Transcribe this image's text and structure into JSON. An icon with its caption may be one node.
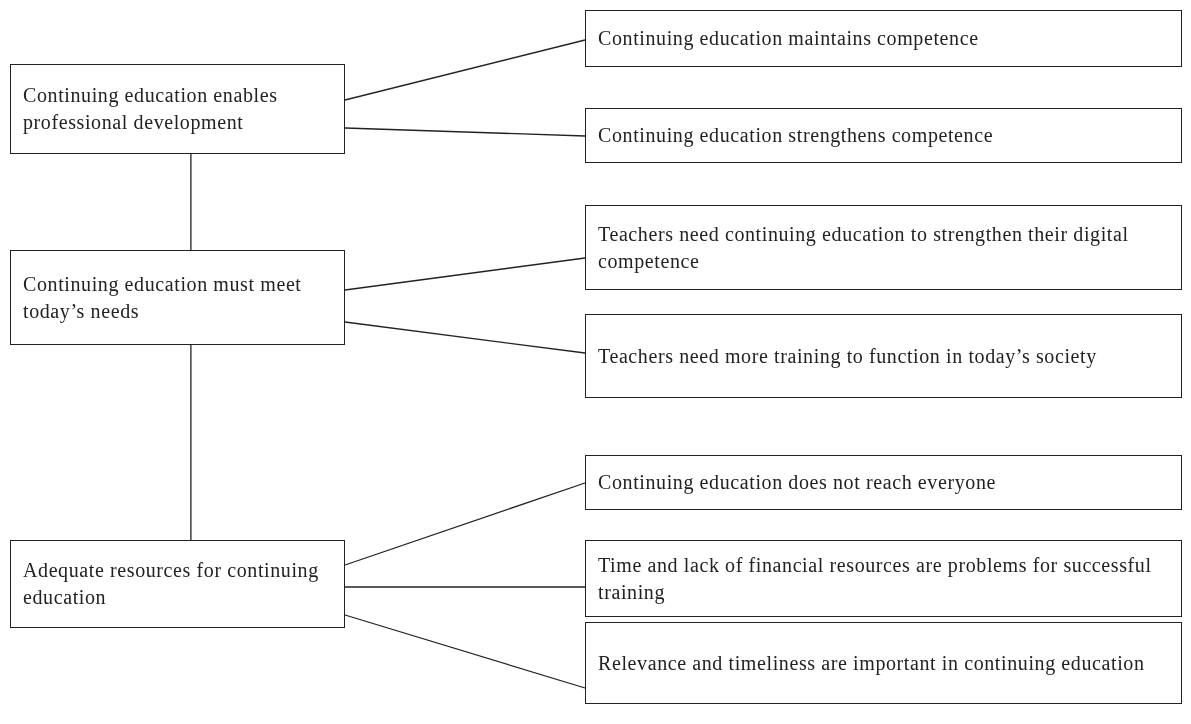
{
  "diagram": {
    "nodes": [
      {
        "text": [
          "Continuing education enables professional development"
        ]
      },
      {
        "text": [
          "Continuing education maintains competence"
        ]
      },
      {
        "text": [
          "Continuing education strengthens competence"
        ]
      },
      {
        "text": [
          "Continuing education must meet today’s needs"
        ]
      },
      {
        "text": [
          "Teachers need continuing education to strengthen their digital competence"
        ]
      },
      {
        "text": [
          "Teachers need more training to function in today’s society"
        ]
      },
      {
        "text": [
          "Adequate resources for continuing education"
        ]
      },
      {
        "text": [
          "Continuing education does not reach everyone"
        ]
      },
      {
        "text": [
          "Time and lack of financial resources are problems for successful training"
        ]
      },
      {
        "text": [
          "Relevance and timeliness are important in continuing education"
        ]
      }
    ],
    "edges": [
      {
        "from": 0,
        "to": 1,
        "arrow": "none"
      },
      {
        "from": 0,
        "to": 2,
        "arrow": "none"
      },
      {
        "from": 0,
        "to": 3,
        "arrow": "none"
      },
      {
        "from": 3,
        "to": 4,
        "arrow": "none"
      },
      {
        "from": 3,
        "to": 5,
        "arrow": "none"
      },
      {
        "from": 3,
        "to": 6,
        "arrow": "none"
      },
      {
        "from": 6,
        "to": 7,
        "arrow": "none"
      },
      {
        "from": 6,
        "to": 8,
        "arrow": "none"
      },
      {
        "from": 6,
        "to": 9,
        "arrow": "none"
      }
    ]
  }
}
